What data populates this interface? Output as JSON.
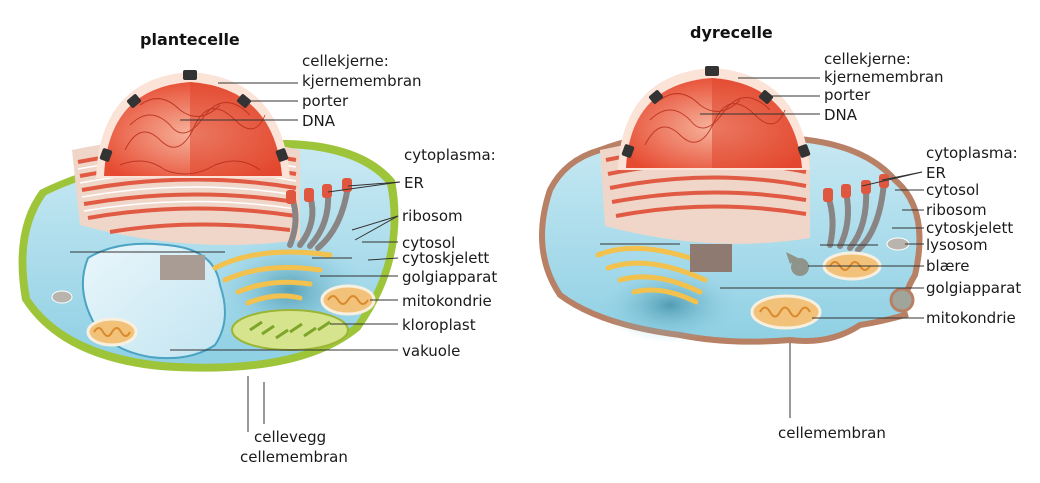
{
  "plant": {
    "title": "plantecelle",
    "labels": {
      "cellekjerne": "cellekjerne:",
      "kjernemembran": "kjernemembran",
      "porter": "porter",
      "dna": "DNA",
      "cytoplasma": "cytoplasma:",
      "er": "ER",
      "ribosom": "ribosom",
      "cytosol": "cytosol",
      "cytoskjelett": "cytoskjelett",
      "golgiapparat": "golgiapparat",
      "mitokondrie": "mitokondrie",
      "kloroplast": "kloroplast",
      "vakuole": "vakuole",
      "cellevegg": "cellevegg",
      "cellemembran": "cellemembran"
    }
  },
  "animal": {
    "title": "dyrecelle",
    "labels": {
      "cellekjerne": "cellekjerne:",
      "kjernemembran": "kjernemembran",
      "porter": "porter",
      "dna": "DNA",
      "cytoplasma": "cytoplasma:",
      "er": "ER",
      "cytosol": "cytosol",
      "ribosom": "ribosom",
      "cytoskjelett": "cytoskjelett",
      "lysosom": "lysosom",
      "blaere": "blære",
      "golgiapparat": "golgiapparat",
      "mitokondrie": "mitokondrie",
      "cellemembran": "cellemembran"
    }
  },
  "colors": {
    "cytosol": "#a9dbea",
    "cell_wall": "#9ec43a",
    "nucleus": "#e8513a",
    "nucleus_light": "#f4a08a",
    "er": "#e05a44",
    "golgi": "#f2c14e",
    "mito": "#f3c27a",
    "chloroplast": "#b8d24a",
    "animal_membrane": "#b88064"
  }
}
